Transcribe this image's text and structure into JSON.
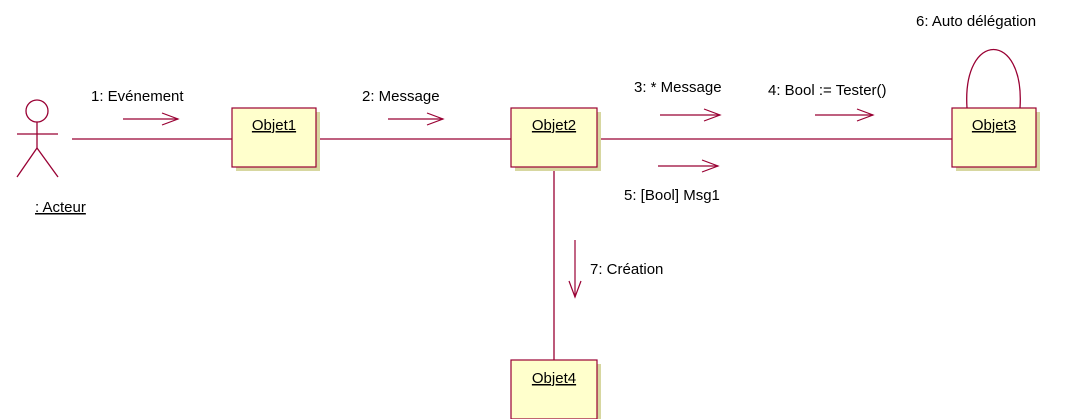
{
  "diagram": {
    "actor": {
      "name": ": Acteur"
    },
    "objects": {
      "obj1": "Objet1",
      "obj2": "Objet2",
      "obj3": "Objet3",
      "obj4": "Objet4"
    },
    "messages": {
      "m1": "1: Evénement",
      "m2": "2: Message",
      "m3": "3: * Message",
      "m4": "4: Bool := Tester()",
      "m5": "5: [Bool] Msg1",
      "m6": "6: Auto délégation",
      "m7": "7: Création"
    },
    "colors": {
      "line": "#990033",
      "box_fill": "#ffffcc"
    }
  }
}
